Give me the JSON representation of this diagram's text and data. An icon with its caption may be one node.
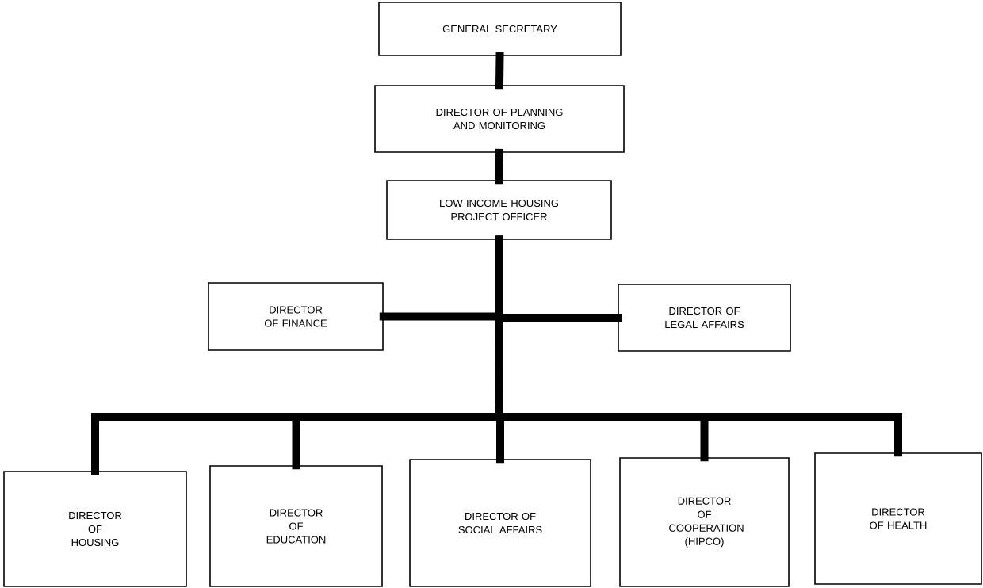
{
  "diagram": {
    "nodes": [
      {
        "text": [
          "GENERAL SECRETARY"
        ]
      },
      {
        "text": [
          "DIRECTOR OF PLANNING AND MONITORING"
        ]
      },
      {
        "text": [
          "LOW INCOME HOUSING PROJECT OFFICER"
        ]
      },
      {
        "text": [
          "DIRECTOR OF FINANCE"
        ]
      },
      {
        "text": [
          "DIRECTOR OF LEGAL AFFAIRS"
        ]
      },
      {
        "text": [
          "DIRECTOR OF HOUSING"
        ]
      },
      {
        "text": [
          "DIRECTOR OF EDUCATION"
        ]
      },
      {
        "text": [
          "DIRECTOR OF SOCIAL AFFAIRS"
        ]
      },
      {
        "text": [
          "DIRECTOR OF COOPERATION (HIPCO)"
        ]
      },
      {
        "text": [
          "DIRECTOR OF HEALTH"
        ]
      }
    ],
    "edges": [
      {
        "from": 0,
        "to": 1,
        "arrow": "none"
      },
      {
        "from": 1,
        "to": 2,
        "arrow": "none"
      },
      {
        "from": 2,
        "to": 3,
        "arrow": "none"
      },
      {
        "from": 2,
        "to": 4,
        "arrow": "none"
      },
      {
        "from": 2,
        "to": 5,
        "arrow": "none"
      },
      {
        "from": 2,
        "to": 6,
        "arrow": "none"
      },
      {
        "from": 2,
        "to": 7,
        "arrow": "none"
      },
      {
        "from": 2,
        "to": 8,
        "arrow": "none"
      },
      {
        "from": 2,
        "to": 9,
        "arrow": "none"
      }
    ]
  }
}
